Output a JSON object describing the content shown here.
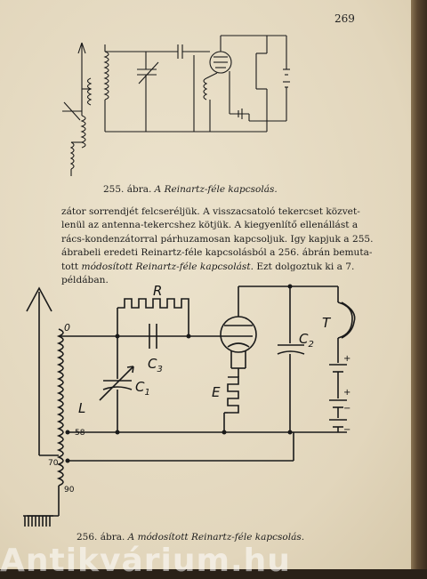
{
  "page_number": "269",
  "figure_255": {
    "number": "255. ábra.",
    "title": "A Reinartz-féle kapcsolás."
  },
  "paragraph": [
    {
      "plain": "zátor sorrendjét felcseréljük. A visszacsatoló tekercset közvet-"
    },
    {
      "plain": "lenül az antenna-tekercshez kötjük. A kiegyenlítő ellenállást a"
    },
    {
      "plain": "rács-kondenzátorral párhuzamosan kapcsoljuk. Igy kapjuk a 255."
    },
    {
      "plain": "ábrabeli eredeti Reinartz-féle kapcsolásból a 256. ábrán bemuta-"
    },
    {
      "plain": "tott ",
      "italic": "módosított Reinartz-féle kapcsolást.",
      "tail": " Ezt dolgoztuk ki a 7."
    },
    {
      "plain": "példában."
    }
  ],
  "figure_256": {
    "number": "256. ábra.",
    "title": "A módosított Reinartz-féle kapcsolás.",
    "labels": {
      "R": "R",
      "C3": "C",
      "C3_sub": "3",
      "C1": "C",
      "C1_sub": "1",
      "C2": "C",
      "C2_sub": "2",
      "T": "T",
      "E": "E",
      "L": "L",
      "tap_0": "0",
      "tap_58": "58",
      "tap_70": "70",
      "tap_90": "90",
      "plus": "+",
      "minus": "−"
    }
  },
  "watermark": "Antikvárium.hu",
  "colors": {
    "paper": "#e6dcc4",
    "ink": "#1a1a1a"
  }
}
